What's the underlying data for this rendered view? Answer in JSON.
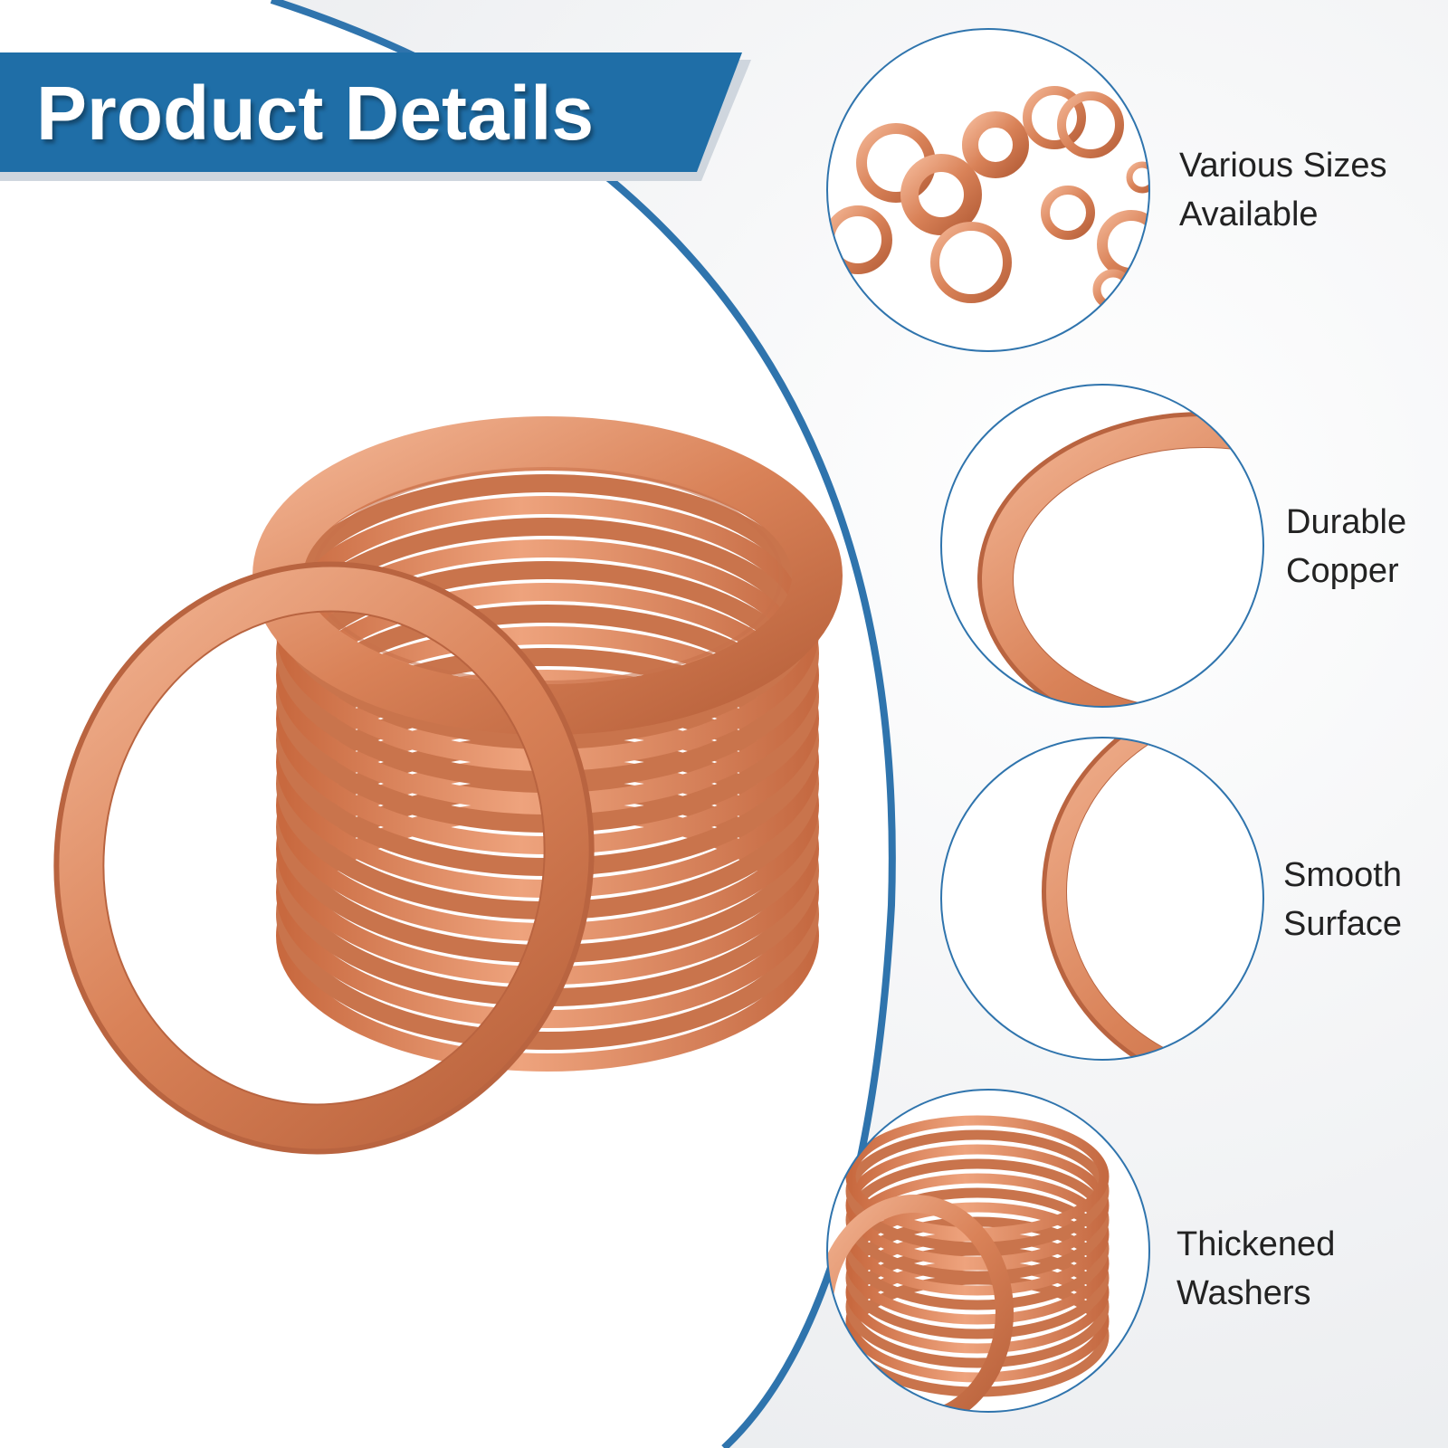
{
  "banner": {
    "title": "Product Details"
  },
  "features": [
    {
      "line1": "Various Sizes",
      "line2": "Available"
    },
    {
      "line1": "Durable",
      "line2": "Copper"
    },
    {
      "line1": "Smooth",
      "line2": "Surface"
    },
    {
      "line1": "Thickened",
      "line2": "Washers"
    }
  ],
  "colors": {
    "brand_blue": "#1f6ea7",
    "copper": "#d9825a",
    "copper_dark": "#b65f3a",
    "copper_light": "#f0ad8a"
  }
}
